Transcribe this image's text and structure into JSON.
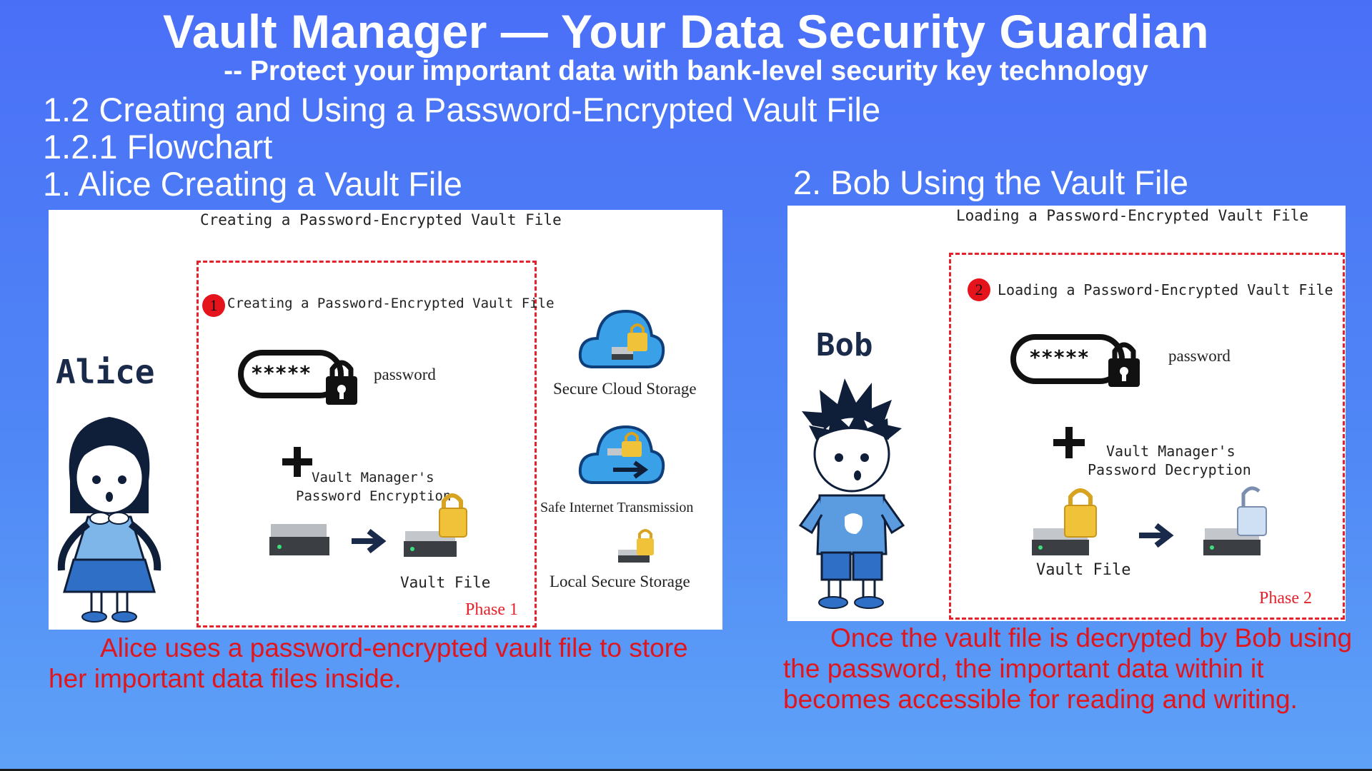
{
  "header": {
    "title": "Vault Manager —  Your Data Security Guardian",
    "subtitle": "-- Protect your important data with bank-level security key technology"
  },
  "sections": {
    "section_heading": "1.2 Creating and Using a Password-Encrypted Vault File",
    "subsection_heading": "1.2.1 Flowchart"
  },
  "alice_panel": {
    "heading": "1. Alice Creating a Vault File",
    "panel_title": "Creating a Password-Encrypted Vault File",
    "character_name": "Alice",
    "step_number": "1",
    "step_title": "Creating a Password-Encrypted Vault File",
    "password_mask": "*****",
    "password_label": "password",
    "encryption_label_line1": "Vault Manager's",
    "encryption_label_line2": "Password Encryption",
    "vault_file_label": "Vault File",
    "phase_label": "Phase 1",
    "storage_cloud": "Secure Cloud Storage",
    "storage_transmission": "Safe Internet Transmission",
    "storage_local": "Local Secure Storage",
    "caption": "Alice uses a password-encrypted vault file to store her important data files inside."
  },
  "bob_panel": {
    "heading": "2. Bob Using the Vault File",
    "panel_title": "Loading a Password-Encrypted Vault File",
    "character_name": "Bob",
    "step_number": "2",
    "step_title": "Loading a Password-Encrypted Vault File",
    "password_mask": "*****",
    "password_label": "password",
    "decryption_label_line1": "Vault Manager's",
    "decryption_label_line2": "Password Decryption",
    "vault_file_label": "Vault File",
    "phase_label": "Phase 2",
    "caption": "Once the vault file is decrypted by Bob using the password, the important data within it becomes accessible for reading and writing."
  },
  "colors": {
    "background_top": "#4a6ff7",
    "background_bottom": "#5ea2f7",
    "accent_red": "#e5222b",
    "caption_red": "#e0161c",
    "cloud_blue": "#3aa0e8",
    "lock_gold": "#f0c23a"
  },
  "icons": [
    "password-field-icon",
    "padlock-icon",
    "plus-icon",
    "arrow-right-icon",
    "hard-drive-icon",
    "locked-drive-icon",
    "cloud-lock-icon",
    "cloud-transfer-icon",
    "unlocked-drive-icon"
  ]
}
